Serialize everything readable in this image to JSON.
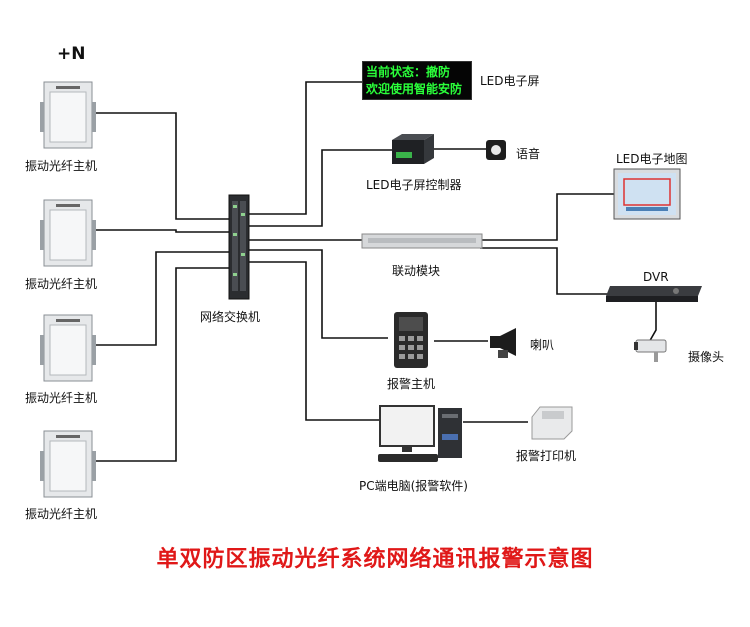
{
  "plus_n": "+N",
  "fiber_hosts": [
    "振动光纤主机",
    "振动光纤主机",
    "振动光纤主机",
    "振动光纤主机"
  ],
  "switch_label": "网络交换机",
  "led_screen": {
    "line1": "当前状态：撤防",
    "line2": "欢迎使用智能安防",
    "label": "LED电子屏"
  },
  "led_controller": "LED电子屏控制器",
  "voice": "语音",
  "led_map": "LED电子地图",
  "linkage": "联动模块",
  "dvr": "DVR",
  "camera": "摄像头",
  "alarm_host": "报警主机",
  "speaker": "喇叭",
  "pc": "PC端电脑(报警软件)",
  "printer": "报警打印机",
  "title": "单双防区振动光纤系统网络通讯报警示意图"
}
